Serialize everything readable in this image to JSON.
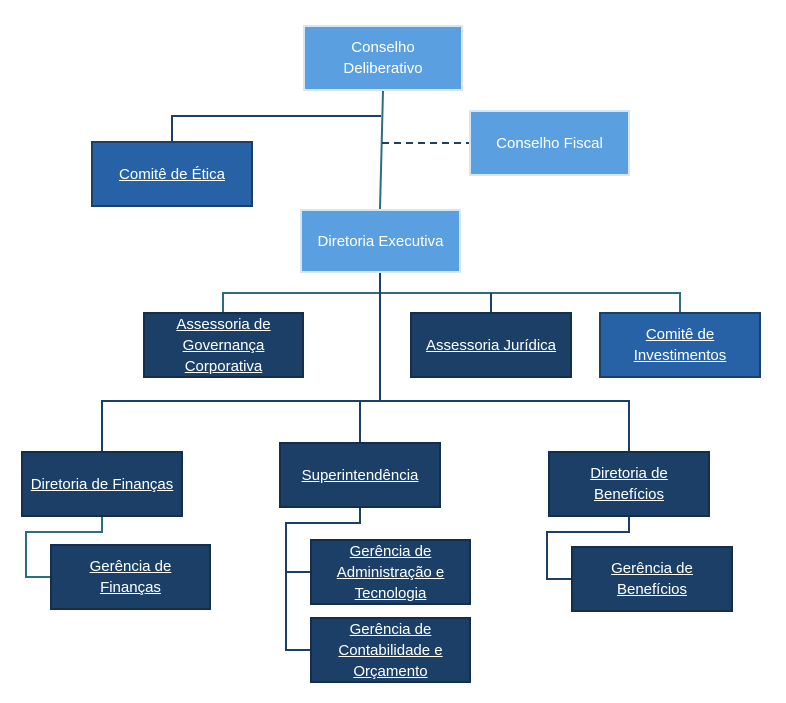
{
  "nodes": {
    "conselho_deliberativo": "Conselho Deliberativo",
    "conselho_fiscal": "Conselho Fiscal",
    "comite_etica": "Comitê de Ética",
    "diretoria_executiva": "Diretoria Executiva",
    "assessoria_governanca": "Assessoria de Governança Corporativa",
    "assessoria_juridica": "Assessoria Jurídica",
    "comite_investimentos": "Comitê de Investimentos",
    "diretoria_financas": "Diretoria de Finanças",
    "superintendencia": "Superintendência",
    "diretoria_beneficios": "Diretoria de Benefícios",
    "gerencia_financas": "Gerência de Finanças",
    "gerencia_adm_tecnologia": "Gerência de Administração e Tecnologia",
    "gerencia_contabilidade": "Gerência de Contabilidade e Orçamento",
    "gerencia_beneficios": "Gerência de Benefícios"
  },
  "colors": {
    "top_level": "#5aa0e0",
    "committee": "#2762a6",
    "unit": "#1b3f66",
    "connector_main": "#1b3f66",
    "connector_teal": "#2b6f7f"
  }
}
